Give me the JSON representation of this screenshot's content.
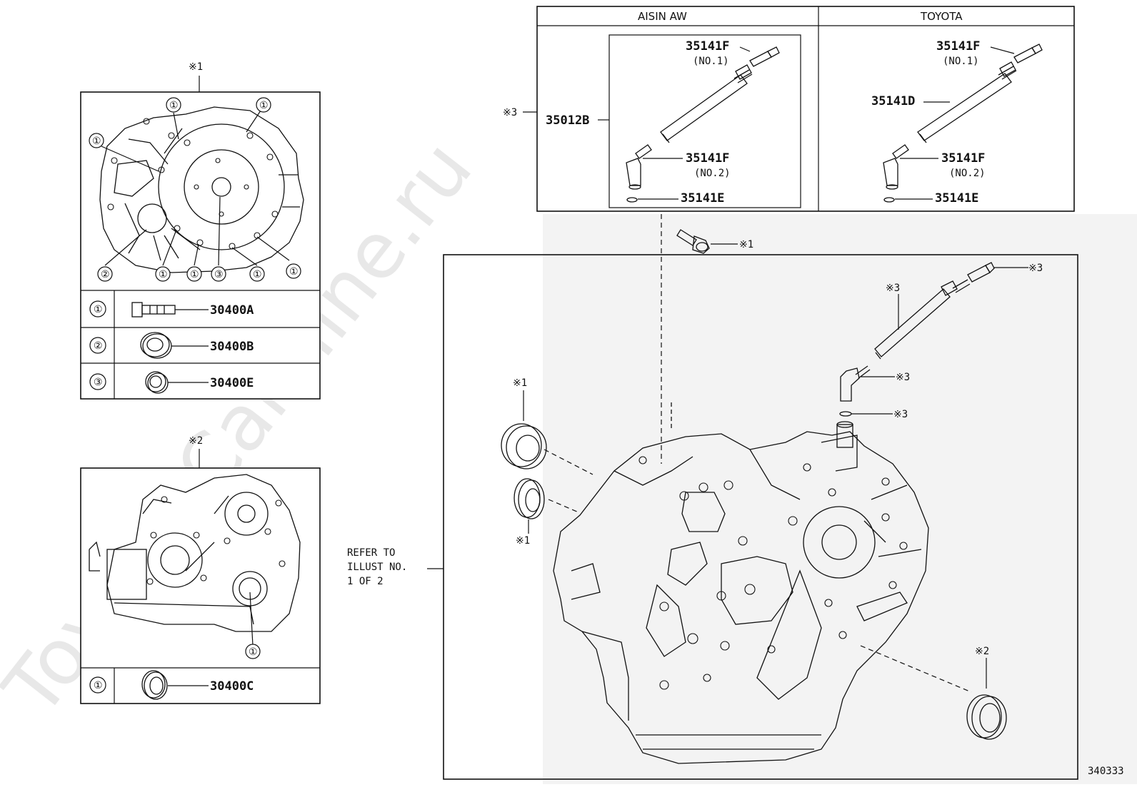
{
  "watermark": "Toyota-CarMine.ru",
  "diagram_id": "340333",
  "refer_note": [
    "REFER TO",
    "ILLUST NO.",
    "1 OF 2"
  ],
  "panel1": {
    "label": "※1",
    "callouts": [
      "①",
      "②",
      "③"
    ],
    "rows": [
      {
        "num": "①",
        "part": "30400A"
      },
      {
        "num": "②",
        "part": "30400B"
      },
      {
        "num": "③",
        "part": "30400E"
      }
    ]
  },
  "panel2": {
    "label": "※2",
    "callout": "①",
    "rows": [
      {
        "num": "①",
        "part": "30400C"
      }
    ]
  },
  "kit_box": {
    "ref_mark": "※3",
    "kit_part": "35012B",
    "aisin": {
      "header": "AISIN AW",
      "top_part": "35141F",
      "top_note": "(NO.1)",
      "elbow_part": "35141F",
      "elbow_note": "(NO.2)",
      "oring_part": "35141E"
    },
    "toyota": {
      "header": "TOYOTA",
      "top_part": "35141F",
      "top_note": "(NO.1)",
      "pipe_part": "35141D",
      "elbow_part": "35141F",
      "elbow_note": "(NO.2)",
      "oring_part": "35141E"
    }
  },
  "main": {
    "bolt_ref": "※1",
    "pipe_ref_top": "※3",
    "pipe_ref_mid": "※3",
    "elbow_ref": "※3",
    "oring_ref": "※3",
    "seal_top_ref": "※1",
    "seal_bottom_ref": "※1",
    "seal_right_ref": "※2"
  }
}
